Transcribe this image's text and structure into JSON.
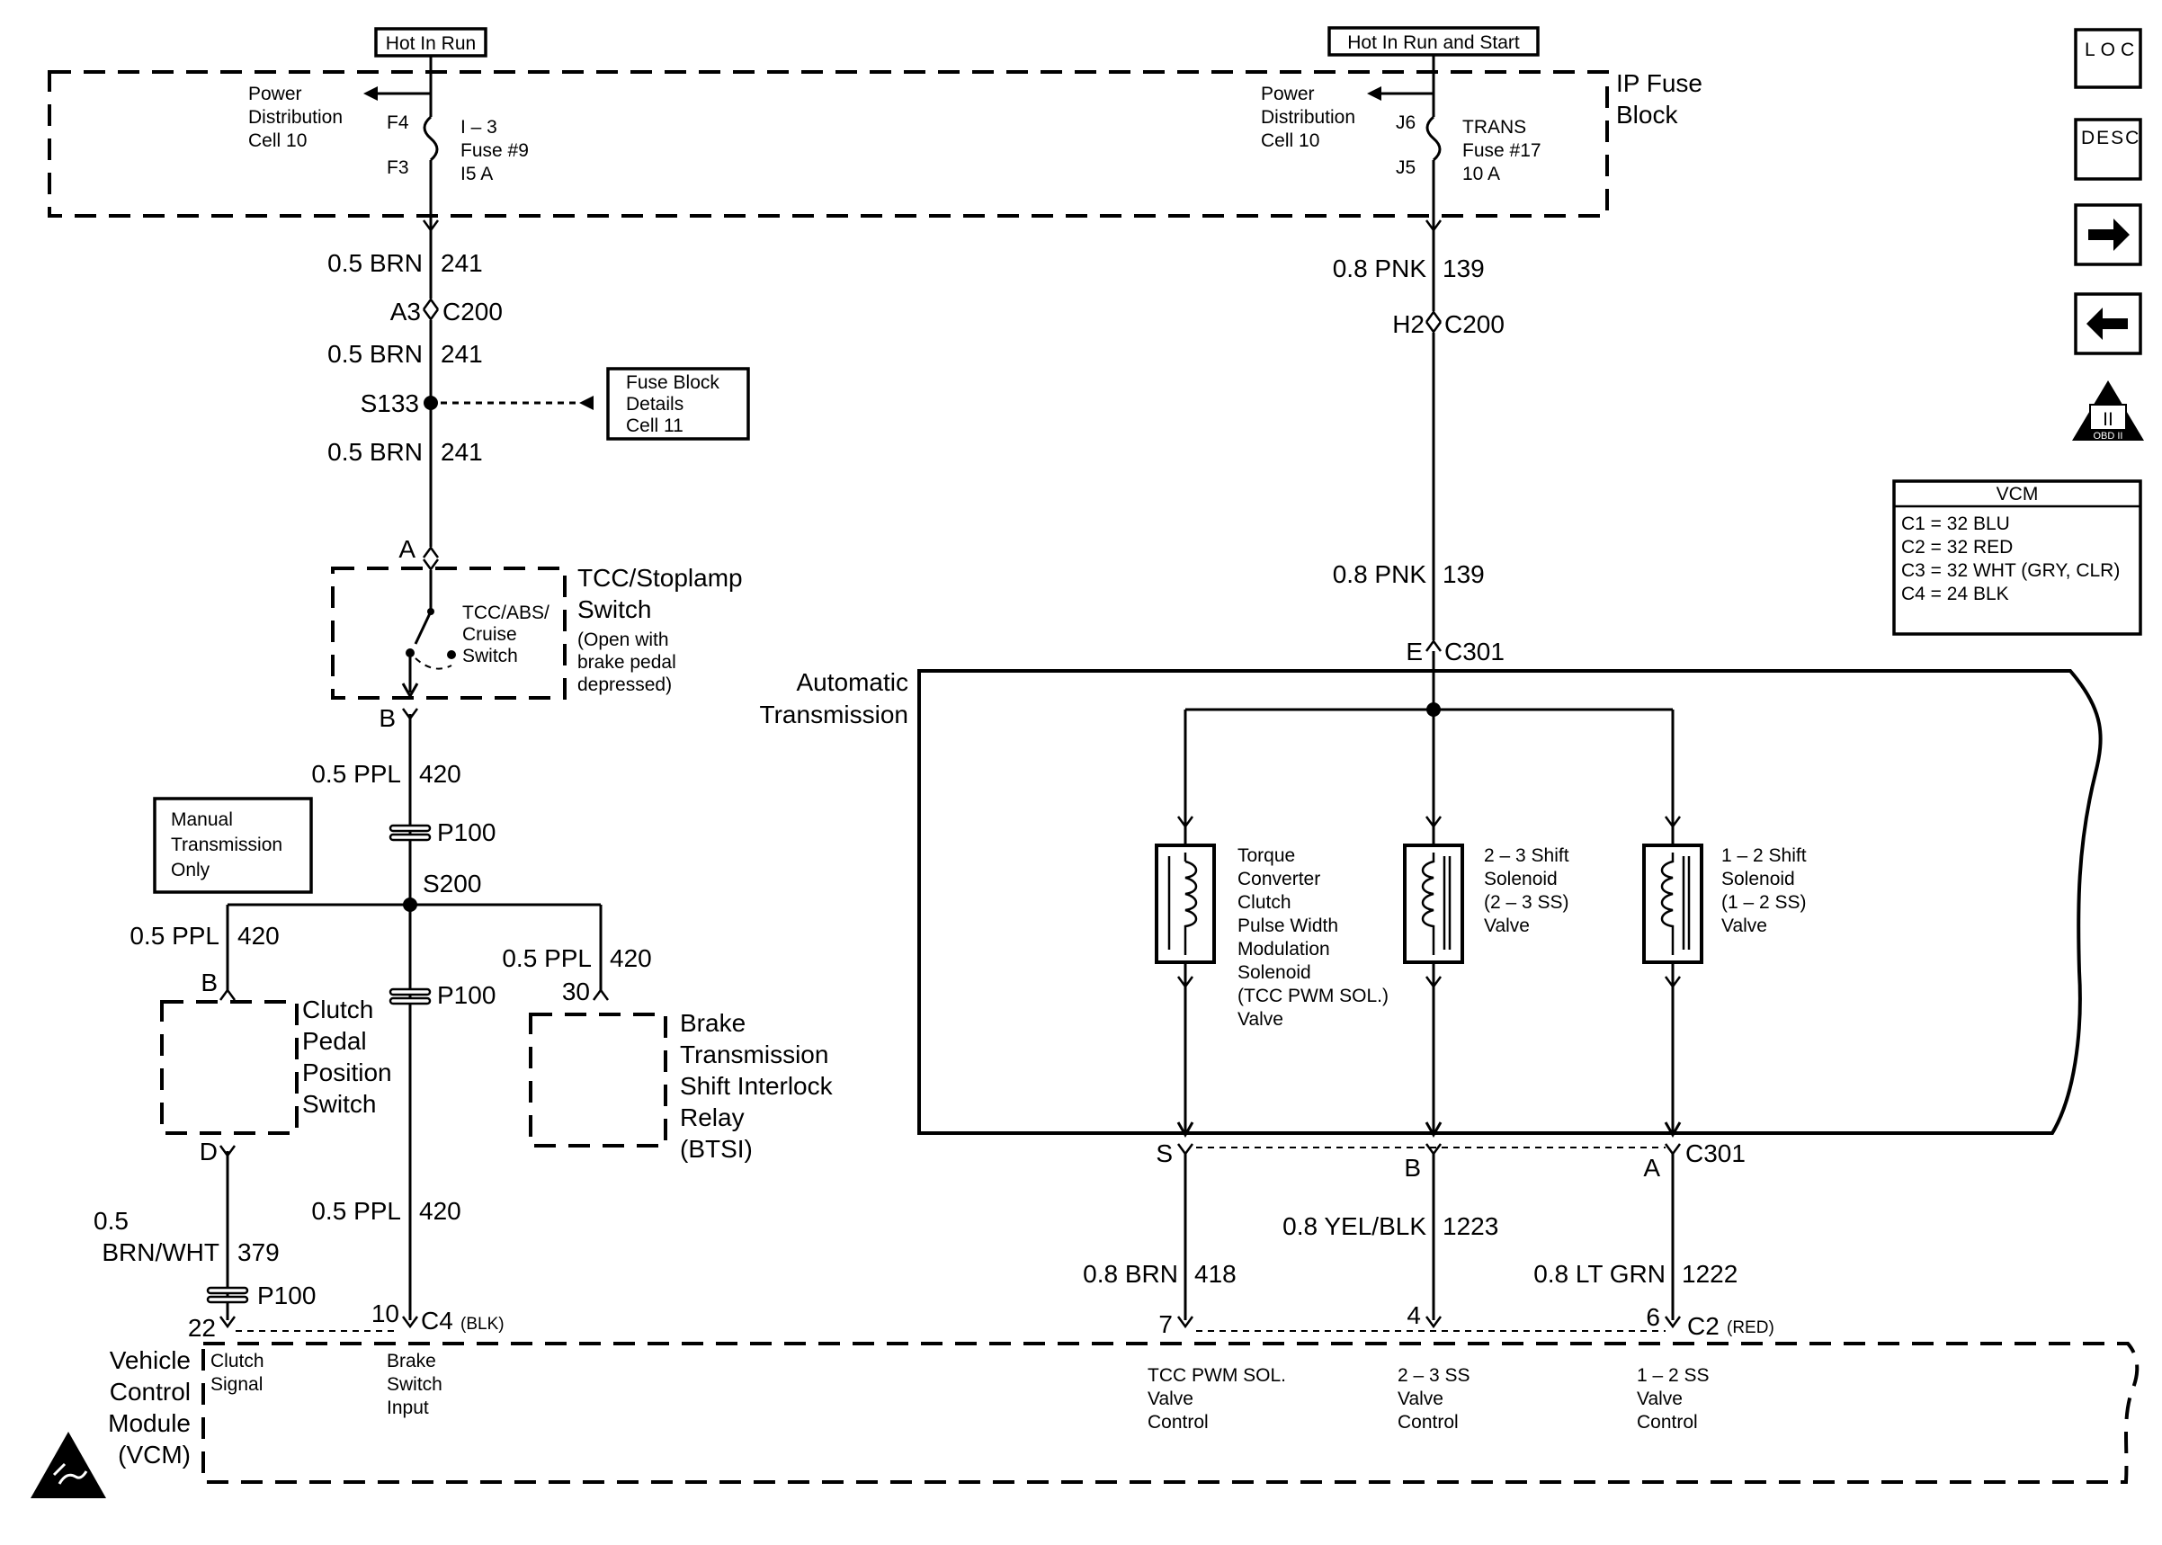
{
  "header": {
    "left_tag": "Hot In Run",
    "right_tag": "Hot In Run and Start"
  },
  "fuse_block": {
    "label_line1": "IP Fuse",
    "label_line2": "Block",
    "left_power": [
      "Power",
      "Distribution",
      "Cell 10"
    ],
    "right_power": [
      "Power",
      "Distribution",
      "Cell 10"
    ],
    "left_fuse": {
      "top_pin": "F4",
      "bottom_pin": "F3",
      "lines": [
        "I – 3",
        "Fuse #9",
        "I5 A"
      ]
    },
    "right_fuse": {
      "top_pin": "J6",
      "bottom_pin": "J5",
      "lines": [
        "TRANS",
        "Fuse #17",
        "10 A"
      ]
    }
  },
  "side_icons": {
    "loc": "LOC",
    "desc": "DESC",
    "next": "next-arrow",
    "prev": "prev-arrow",
    "obd_numeral": "II",
    "obd_label": "OBD II"
  },
  "vcm_box": {
    "title": "VCM",
    "rows": [
      "C1 = 32 BLU",
      "C2 = 32 RED",
      "C3 = 32 WHT (GRY, CLR)",
      "C4 = 24 BLK"
    ]
  },
  "left_circuit": {
    "wire1": {
      "gauge": "0.5 BRN",
      "circuit": "241"
    },
    "conn_c200": {
      "pin": "A3",
      "name": "C200"
    },
    "wire2": {
      "gauge": "0.5 BRN",
      "circuit": "241"
    },
    "splice_s133": "S133",
    "fuse_details": [
      "Fuse Block",
      "Details",
      "Cell 11"
    ],
    "wire3": {
      "gauge": "0.5 BRN",
      "circuit": "241"
    },
    "pin_a": "A",
    "switch_title": [
      "TCC/Stoplamp",
      "Switch"
    ],
    "switch_note": [
      "(Open with",
      "brake pedal",
      "depressed)"
    ],
    "switch_inner": [
      "TCC/ABS/",
      "Cruise",
      "Switch"
    ],
    "pin_b": "B",
    "wire4": {
      "gauge": "0.5 PPL",
      "circuit": "420"
    },
    "p100_a": "P100",
    "manual_only": [
      "Manual",
      "Transmission",
      "Only"
    ],
    "splice_s200": "S200",
    "wire_left": {
      "gauge": "0.5 PPL",
      "circuit": "420"
    },
    "wire_right": {
      "gauge": "0.5 PPL",
      "circuit": "420"
    },
    "p100_b": "P100",
    "clutch_pin_top": "B",
    "clutch_label": [
      "Clutch",
      "Pedal",
      "Position",
      "Switch"
    ],
    "clutch_pin_bottom": "D",
    "btsi_pin": "30",
    "btsi_label": [
      "Brake",
      "Transmission",
      "Shift Interlock",
      "Relay",
      "(BTSI)"
    ],
    "wire_clutch": {
      "gauge_line1": "0.5",
      "gauge_line2": "BRN/WHT",
      "circuit": "379"
    },
    "p100_c": "P100",
    "wire_brake": {
      "gauge": "0.5 PPL",
      "circuit": "420"
    },
    "vcm_pin_22": "22",
    "vcm_pin_10": "10",
    "c4": "C4",
    "c4_color": "(BLK)"
  },
  "right_circuit": {
    "wire1": {
      "gauge": "0.8 PNK",
      "circuit": "139"
    },
    "conn_c200": {
      "pin": "H2",
      "name": "C200"
    },
    "wire2": {
      "gauge": "0.8 PNK",
      "circuit": "139"
    },
    "conn_c301": {
      "pin": "E",
      "name": "C301"
    },
    "trans_label": [
      "Automatic",
      "Transmission"
    ],
    "sol_tcc": [
      "Torque",
      "Converter",
      "Clutch",
      "Pulse Width",
      "Modulation",
      "Solenoid",
      "(TCC PWM SOL.)",
      "Valve"
    ],
    "sol_23": [
      "2 – 3 Shift",
      "Solenoid",
      "(2 – 3 SS)",
      "Valve"
    ],
    "sol_12": [
      "1 – 2 Shift",
      "Solenoid",
      "(1 – 2 SS)",
      "Valve"
    ],
    "c301_pins": {
      "s": "S",
      "b": "B",
      "a": "A",
      "name": "C301"
    },
    "wire_tcc": {
      "gauge": "0.8 BRN",
      "circuit": "418"
    },
    "wire_23": {
      "gauge": "0.8 YEL/BLK",
      "circuit": "1223"
    },
    "wire_12": {
      "gauge": "0.8 LT GRN",
      "circuit": "1222"
    },
    "vcm_pins": {
      "p7": "7",
      "p4": "4",
      "p6": "6"
    },
    "c2": "C2",
    "c2_color": "(RED)"
  },
  "vcm": {
    "label": [
      "Vehicle",
      "Control",
      "Module",
      "(VCM)"
    ],
    "inputs": {
      "clutch": [
        "Clutch",
        "Signal"
      ],
      "brake": [
        "Brake",
        "Switch",
        "Input"
      ],
      "tcc": [
        "TCC PWM SOL.",
        "Valve",
        "Control"
      ],
      "ss23": [
        "2 – 3 SS",
        "Valve",
        "Control"
      ],
      "ss12": [
        "1 – 2 SS",
        "Valve",
        "Control"
      ]
    }
  }
}
